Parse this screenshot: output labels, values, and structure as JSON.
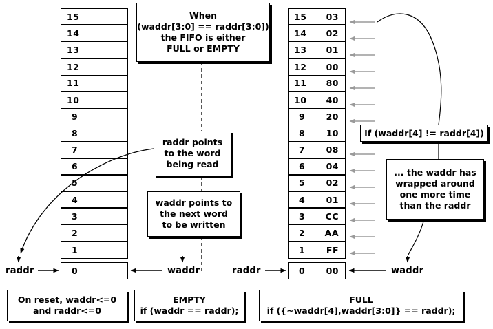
{
  "diagram": {
    "title": "FIFO full/empty pointer comparison diagram",
    "left_table": {
      "name": "left-memory-array",
      "rows": [
        {
          "index": "15"
        },
        {
          "index": "14"
        },
        {
          "index": "13"
        },
        {
          "index": "12"
        },
        {
          "index": "11"
        },
        {
          "index": "10"
        },
        {
          "index": "9"
        },
        {
          "index": "8"
        },
        {
          "index": "7"
        },
        {
          "index": "6"
        },
        {
          "index": "5"
        },
        {
          "index": "4"
        },
        {
          "index": "3"
        },
        {
          "index": "2"
        },
        {
          "index": "1"
        }
      ],
      "zero_row": {
        "index": "0"
      }
    },
    "right_table": {
      "name": "right-memory-array",
      "rows": [
        {
          "index": "15",
          "value": "03"
        },
        {
          "index": "14",
          "value": "02"
        },
        {
          "index": "13",
          "value": "01"
        },
        {
          "index": "12",
          "value": "00"
        },
        {
          "index": "11",
          "value": "80"
        },
        {
          "index": "10",
          "value": "40"
        },
        {
          "index": "9",
          "value": "20"
        },
        {
          "index": "8",
          "value": "10"
        },
        {
          "index": "7",
          "value": "08"
        },
        {
          "index": "6",
          "value": "04"
        },
        {
          "index": "5",
          "value": "02"
        },
        {
          "index": "4",
          "value": "01"
        },
        {
          "index": "3",
          "value": "CC"
        },
        {
          "index": "2",
          "value": "AA"
        },
        {
          "index": "1",
          "value": "FF"
        }
      ],
      "zero_row": {
        "index": "0",
        "value": "00"
      }
    },
    "callouts": {
      "when": {
        "line1": "When",
        "line2": "(waddr[3:0] == raddr[3:0])",
        "line3": "the FIFO is either",
        "line4": "FULL or EMPTY"
      },
      "raddr_points": {
        "line1": "raddr points",
        "line2": "to the word",
        "line3": "being read"
      },
      "waddr_points": {
        "line1": "waddr points to",
        "line2": "the next word",
        "line3": "to be written"
      },
      "if_msb": {
        "line1": "If (waddr[4] != raddr[4])"
      },
      "wrapped": {
        "line1": "...  the waddr has",
        "line2": "wrapped around",
        "line3": "one more time",
        "line4": "than the raddr"
      }
    },
    "bottom_boxes": {
      "reset": {
        "line1": "On reset, waddr<=0",
        "line2": "and raddr<=0"
      },
      "empty": {
        "line1": "EMPTY",
        "line2": "if (waddr == raddr);"
      },
      "full": {
        "line1": "FULL",
        "line2": "if ({~waddr[4],waddr[3:0]} == raddr);"
      }
    },
    "pointer_labels": {
      "left_raddr": "raddr",
      "left_waddr": "waddr",
      "right_raddr": "raddr",
      "right_waddr": "waddr"
    },
    "colors": {
      "background": "#ffffff",
      "line": "#000000",
      "row_arrow": "#999999",
      "box_shadow": "#000000"
    }
  }
}
